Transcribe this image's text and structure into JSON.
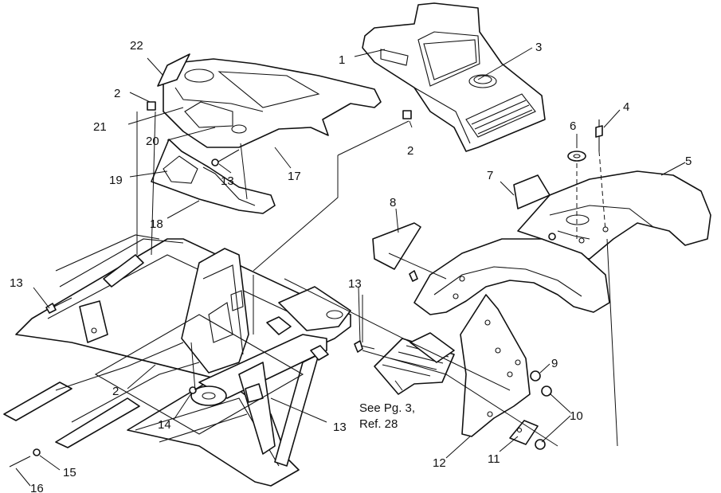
{
  "callouts": [
    {
      "id": "c1",
      "label": "1"
    },
    {
      "id": "c2a",
      "label": "2"
    },
    {
      "id": "c2b",
      "label": "2"
    },
    {
      "id": "c2c",
      "label": "2"
    },
    {
      "id": "c3",
      "label": "3"
    },
    {
      "id": "c4",
      "label": "4"
    },
    {
      "id": "c5",
      "label": "5"
    },
    {
      "id": "c6",
      "label": "6"
    },
    {
      "id": "c7",
      "label": "7"
    },
    {
      "id": "c8",
      "label": "8"
    },
    {
      "id": "c9",
      "label": "9"
    },
    {
      "id": "c10",
      "label": "10"
    },
    {
      "id": "c11",
      "label": "11"
    },
    {
      "id": "c12",
      "label": "12"
    },
    {
      "id": "c13a",
      "label": "13"
    },
    {
      "id": "c13b",
      "label": "13"
    },
    {
      "id": "c13c",
      "label": "13"
    },
    {
      "id": "c13d",
      "label": "13"
    },
    {
      "id": "c14",
      "label": "14"
    },
    {
      "id": "c15",
      "label": "15"
    },
    {
      "id": "c16",
      "label": "16"
    },
    {
      "id": "c17",
      "label": "17"
    },
    {
      "id": "c18",
      "label": "18"
    },
    {
      "id": "c19",
      "label": "19"
    },
    {
      "id": "c20",
      "label": "20"
    },
    {
      "id": "c21",
      "label": "21"
    },
    {
      "id": "c22",
      "label": "22"
    }
  ],
  "note": {
    "line1": "See Pg. 3,",
    "line2": "Ref. 28"
  }
}
